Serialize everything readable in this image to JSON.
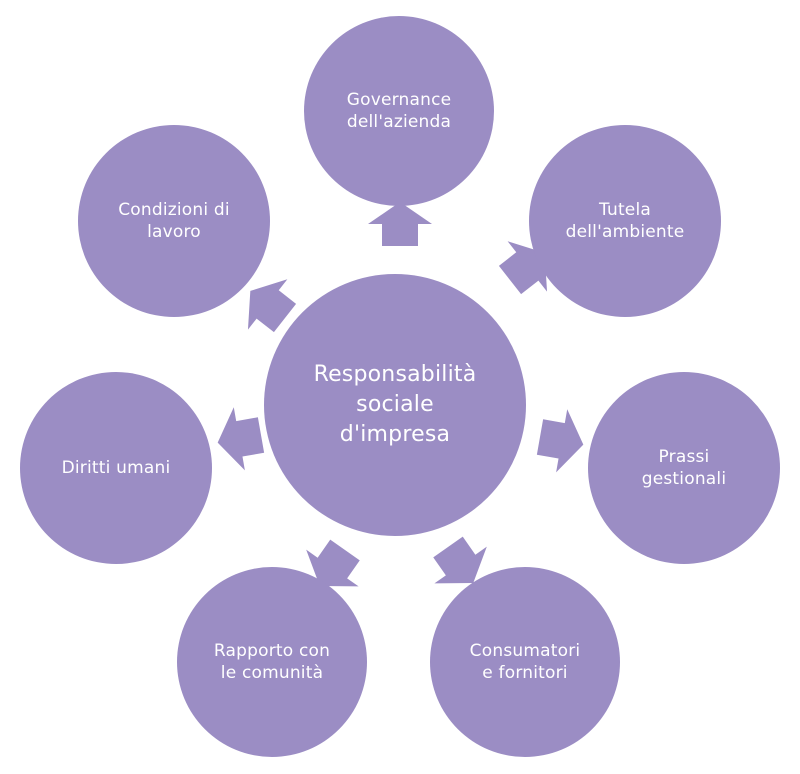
{
  "diagram": {
    "colors": {
      "node_fill": "#9b8dc4",
      "text": "#ffffff",
      "background": "#ffffff"
    },
    "center": {
      "label": "Responsabilità\nsociale\nd'impresa"
    },
    "nodes": [
      {
        "id": "governance",
        "label": "Governance\ndell'azienda"
      },
      {
        "id": "tutela",
        "label": "Tutela\ndell'ambiente"
      },
      {
        "id": "prassi",
        "label": "Prassi\ngestionali"
      },
      {
        "id": "consumatori",
        "label": "Consumatori\ne fornitori"
      },
      {
        "id": "rapporto",
        "label": "Rapporto con\nle comunità"
      },
      {
        "id": "diritti",
        "label": "Diritti umani"
      },
      {
        "id": "condizioni",
        "label": "Condizioni di\nlavoro"
      }
    ],
    "arrows": [
      {
        "from": "center",
        "to": "governance"
      },
      {
        "from": "center",
        "to": "tutela"
      },
      {
        "from": "center",
        "to": "prassi"
      },
      {
        "from": "center",
        "to": "consumatori"
      },
      {
        "from": "center",
        "to": "rapporto"
      },
      {
        "from": "center",
        "to": "diritti"
      },
      {
        "from": "center",
        "to": "condizioni"
      }
    ]
  }
}
